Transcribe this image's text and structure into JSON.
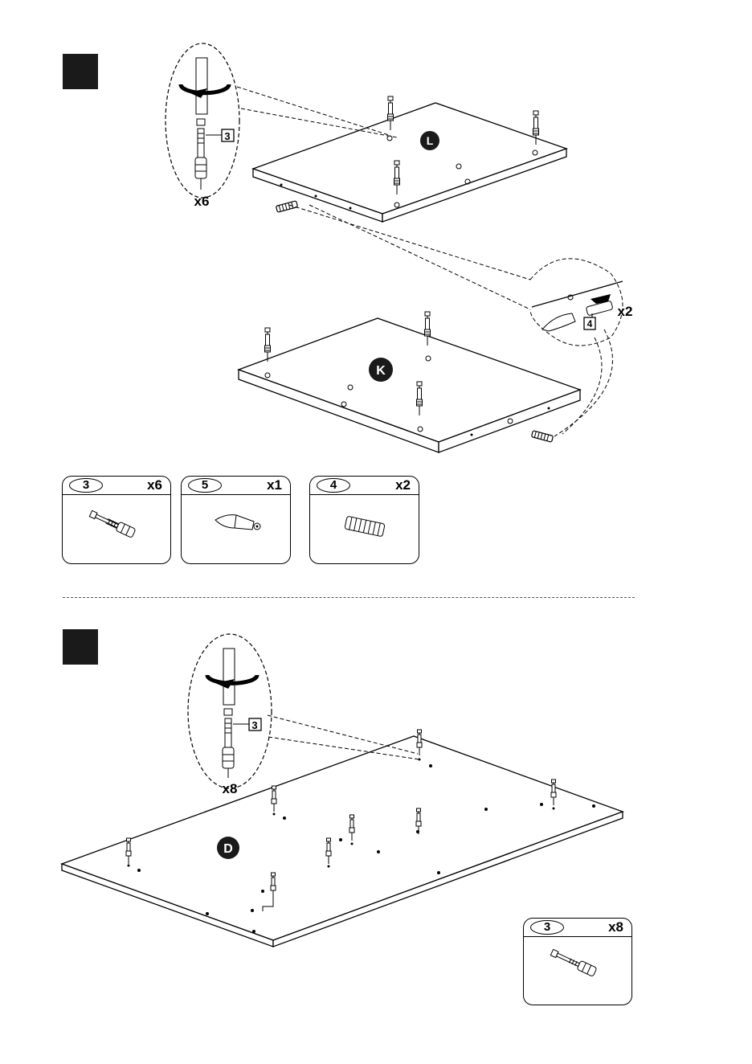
{
  "steps": [
    {
      "panels": [
        {
          "label": "L"
        },
        {
          "label": "K"
        }
      ],
      "detail_top": {
        "part_number": "3",
        "quantity": "x6"
      },
      "detail_side": {
        "part_number": "4",
        "quantity": "x2"
      },
      "parts": [
        {
          "number": "3",
          "quantity": "x6",
          "icon": "cam-bolt-icon"
        },
        {
          "number": "5",
          "quantity": "x1",
          "icon": "bullet-tool-icon"
        },
        {
          "number": "4",
          "quantity": "x2",
          "icon": "wood-dowel-icon"
        }
      ]
    },
    {
      "panels": [
        {
          "label": "D"
        }
      ],
      "detail_top": {
        "part_number": "3",
        "quantity": "x8"
      },
      "parts": [
        {
          "number": "3",
          "quantity": "x8",
          "icon": "cam-bolt-icon"
        }
      ]
    }
  ]
}
